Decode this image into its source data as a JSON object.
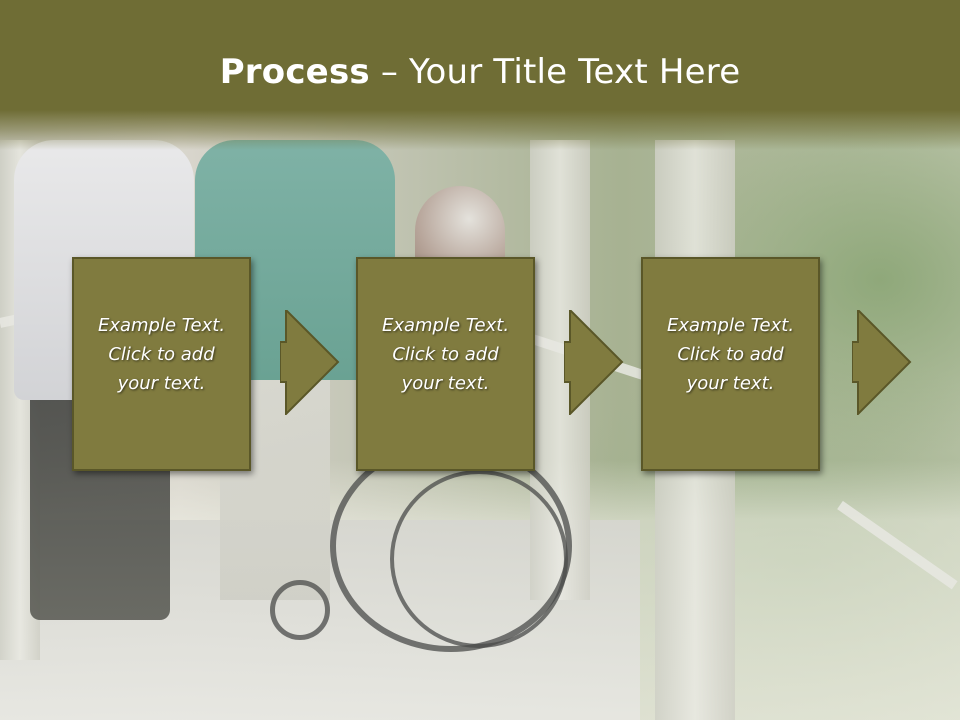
{
  "slide": {
    "title_bold": "Process",
    "title_rest": " – Your Title Text Here",
    "steps": [
      {
        "text": "Example Text.\nClick  to add\nyour text."
      },
      {
        "text": "Example Text.\nClick  to add\nyour text."
      },
      {
        "text": "Example Text.\nClick  to add\nyour text."
      }
    ],
    "colors": {
      "title_band": "#6f6d35",
      "step_fill": "#807b3f",
      "step_border": "#5a5728",
      "text": "#ffffff"
    },
    "icons": [
      "right-arrow-icon",
      "right-arrow-icon",
      "right-arrow-icon"
    ]
  }
}
